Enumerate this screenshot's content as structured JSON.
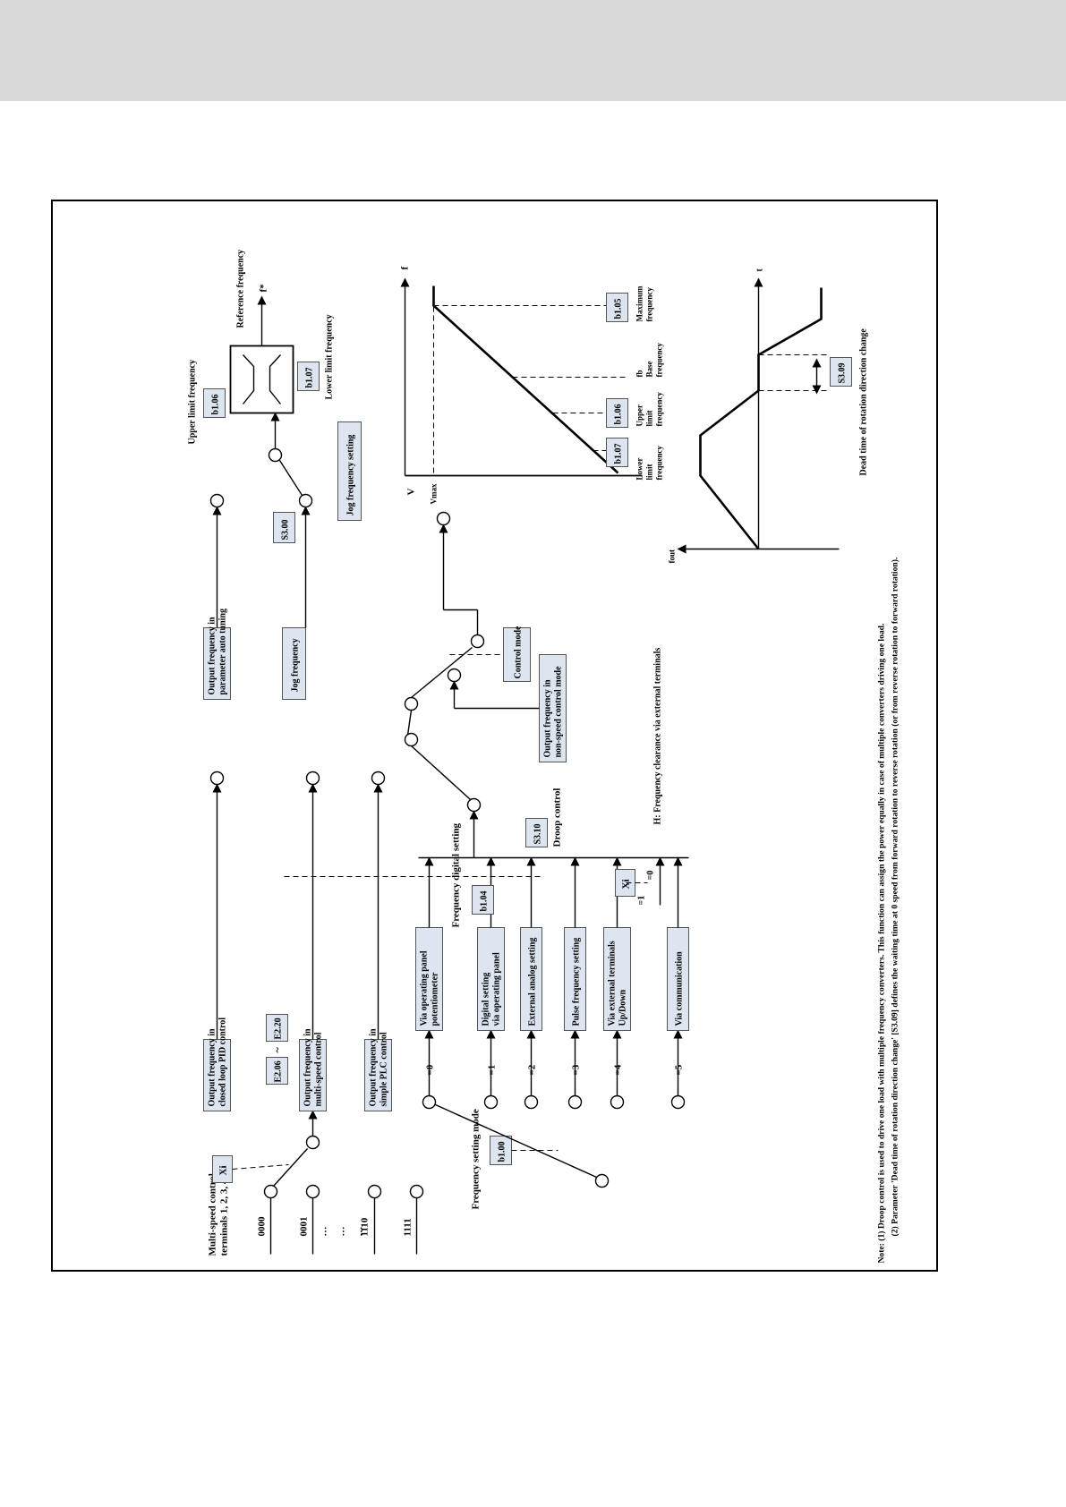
{
  "diagram": {
    "multispeed": {
      "title1": "Multi-speed control",
      "title2": "terminals 1, 2, 3, 4",
      "codes": [
        "0000",
        "0001",
        "…",
        "…",
        "…",
        "1110",
        "1111"
      ],
      "xi": "Xi"
    },
    "pid": {
      "line1": "Output frequency in",
      "line2": "closed loop PID control"
    },
    "multispeed_out": {
      "line1": "Output frequency in",
      "line2": "multi-speed control",
      "p_from": "E2.06",
      "p_sep": "~",
      "p_to": "E2.20"
    },
    "plc": {
      "line1": "Output frequency in",
      "line2": "simple PLC control"
    },
    "freq_mode": {
      "label": "Frequency setting mode",
      "param": "b1.00"
    },
    "sources": [
      {
        "opt": "=0",
        "line1": "Via operating panel",
        "line2": "potentiometer"
      },
      {
        "opt": "=1",
        "line1": "Digital setting",
        "line2": "via operating panel"
      },
      {
        "opt": "=2",
        "line1": "External analog setting",
        "line2": ""
      },
      {
        "opt": "=3",
        "line1": "Pulse frequency setting",
        "line2": ""
      },
      {
        "opt": "=4",
        "line1": "Via external terminals",
        "line2": "Up/Down"
      },
      {
        "opt": "=5",
        "line1": "Via communication",
        "line2": ""
      }
    ],
    "digital_setting": {
      "label": "Frequency digital setting",
      "param": "b1.04"
    },
    "clear": {
      "xi": "Xi",
      "s0": "=0",
      "s1": "=1",
      "label": "H: Frequency clearance via external terminals"
    },
    "droop": {
      "param": "S3.10",
      "label": "Droop control"
    },
    "auto_tune": {
      "line1": "Output frequency in",
      "line2": "parameter auto tuning"
    },
    "non_speed": {
      "line1": "Output frequency in",
      "line2": "non-speed control mode"
    },
    "control_mode": {
      "label": "Control mode"
    },
    "jog": {
      "label": "Jog frequency",
      "param": "S3.00",
      "setting": "Jog frequency setting"
    },
    "limiter": {
      "upper_label": "Upper limit frequency",
      "upper_param": "b1.06",
      "lower_label": "Lower limit frequency",
      "lower_param": "b1.07",
      "ref_label": "Reference frequency",
      "ref_symbol": "f*"
    },
    "vf": {
      "v": "V",
      "vmax": "Vmax",
      "f": "f",
      "lower_param": "b1.07",
      "lower_l1": "Lower",
      "lower_l2": "limit",
      "lower_l3": "frequency",
      "upper_param": "b1.06",
      "upper_l1": "Upper",
      "upper_l2": "limit",
      "upper_l3": "frequency",
      "base_l1": "fb",
      "base_l2": "Base",
      "base_l3": "frequency",
      "max_param": "b1.05",
      "max_l1": "Maximum",
      "max_l2": "frequency"
    },
    "dead": {
      "fout": "fout",
      "t": "t",
      "param": "S3.09",
      "label": "Dead time of rotation direction change"
    },
    "note": {
      "line1": "Note: (1) Droop control is used to drive one load with multiple frequency converters. This function can assign the power equally in case of multiple converters driving one load.",
      "line2": "(2) Parameter 'Dead time of rotation direction change' [S3.09] defines the waiting time at 0 speed from forward rotation to reverse rotation (or from reverse rotation to forward rotation)."
    }
  }
}
